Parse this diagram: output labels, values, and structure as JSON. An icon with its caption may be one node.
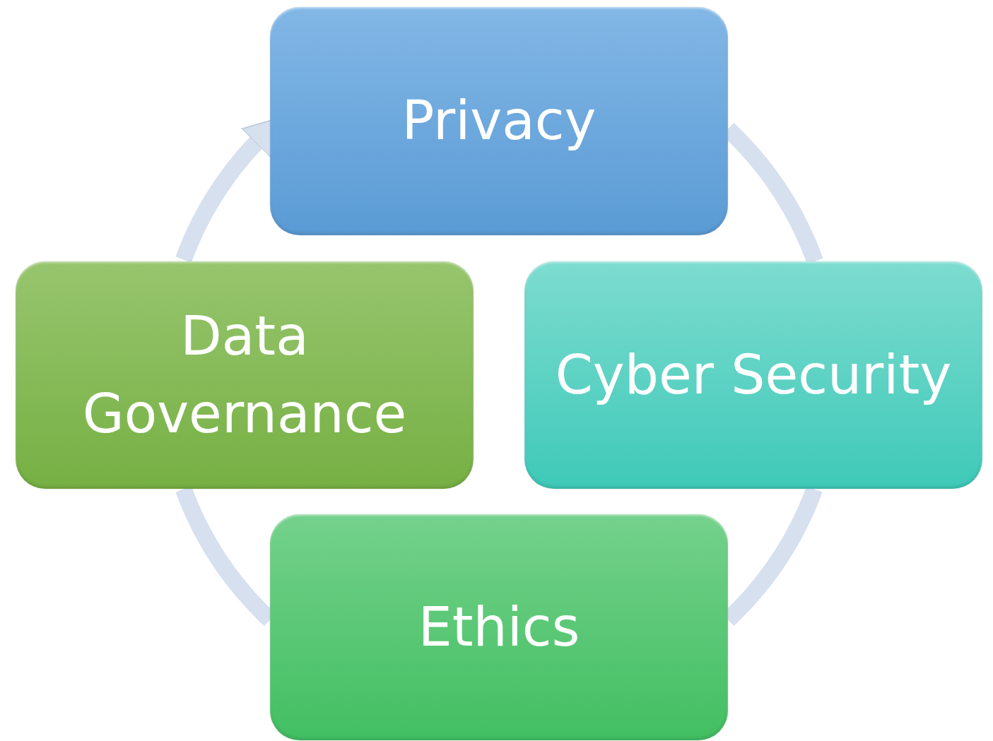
{
  "diagram": {
    "nodes": [
      {
        "text": [
          "Privacy"
        ]
      },
      {
        "text": [
          "Cyber Security"
        ]
      },
      {
        "text": [
          "Data Governance"
        ]
      },
      {
        "text": [
          "Ethics"
        ]
      }
    ],
    "edges": [
      {
        "from": 0,
        "to": 1,
        "arrow": "none"
      },
      {
        "from": 1,
        "to": 3,
        "arrow": "none"
      },
      {
        "from": 3,
        "to": 2,
        "arrow": "none"
      },
      {
        "from": 2,
        "to": 0,
        "arrow": "to"
      }
    ]
  }
}
